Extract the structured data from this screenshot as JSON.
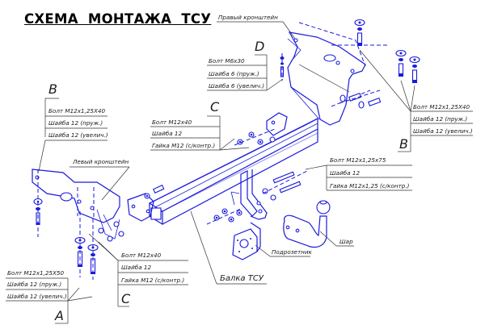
{
  "title": "СХЕМА  МОНТАЖА  ТСУ",
  "colors": {
    "drawing": "#1a1adc",
    "leader": "#333333",
    "text": "#1a1a1a"
  },
  "parts": {
    "right_bracket": "Правый кронштейн",
    "left_bracket": "Левый кронштейн",
    "beam": "Балка ТСУ",
    "socket_plate": "Подрозетник",
    "ball": "Шар"
  },
  "groups": {
    "D": {
      "letter": "D",
      "items": [
        "Болт М6х30",
        "Шайба 6 (пруж.)",
        "Шайба 6 (увелич.)"
      ]
    },
    "B_left": {
      "letter": "B",
      "items": [
        "Болт М12х1,25Х40",
        "Шайба 12 (пруж.)",
        "Шайба 12 (увелич.)"
      ]
    },
    "B_right": {
      "letter": "B",
      "items": [
        "Болт М12х1,25Х40",
        "Шайба 12 (пруж.)",
        "Шайба 12 (увелич.)"
      ]
    },
    "C_top": {
      "letter": "C",
      "items": [
        "Болт М12х40",
        "Шайба 12",
        "Гайка М12 (с/контр.)"
      ]
    },
    "C_bottom": {
      "letter": "C",
      "items": [
        "Болт М12х40",
        "Шайба 12",
        "Гайка М12 (с/контр.)"
      ]
    },
    "A": {
      "letter": "A",
      "items": [
        "Болт М12х1,25Х50",
        "Шайба 12 (пруж.)",
        "Шайба 12 (увелич.)"
      ]
    },
    "hitch_bolts": {
      "items": [
        "Болт М12х1,25х75",
        "Шайба 12",
        "Гайка М12х1,25 (с/контр.)"
      ]
    }
  }
}
